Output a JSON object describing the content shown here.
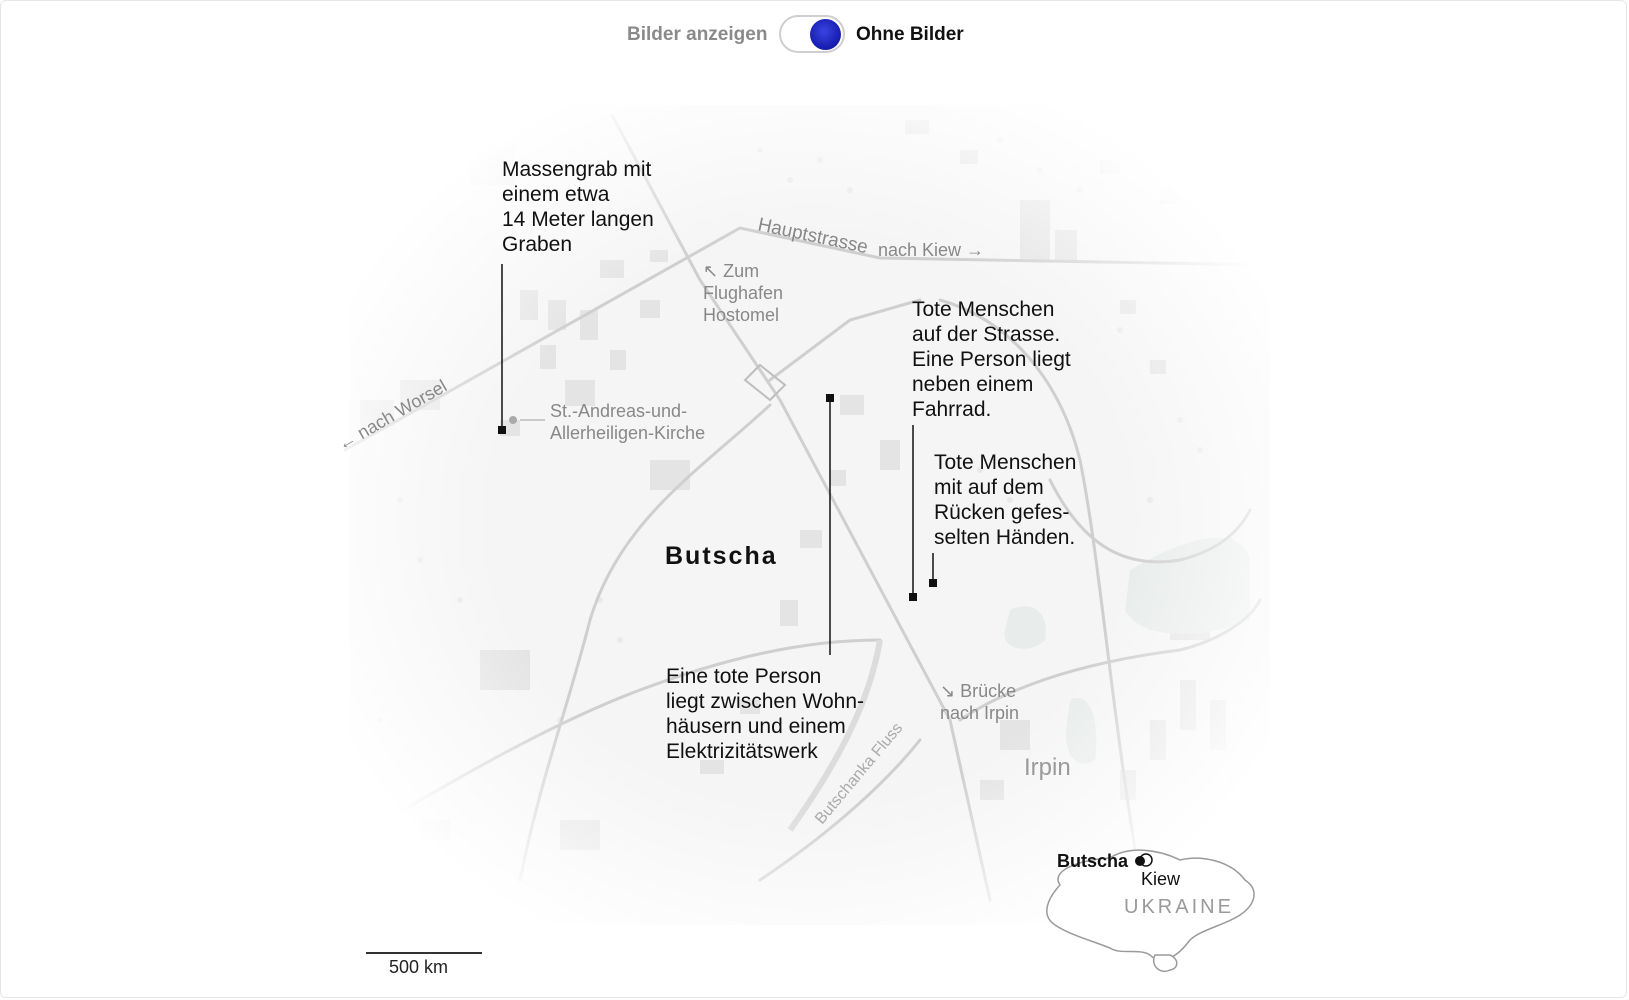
{
  "toggle": {
    "left_label": "Bilder anzeigen",
    "right_label": "Ohne Bilder",
    "state": "Ohne Bilder",
    "knob_color": "#1a20b5"
  },
  "map": {
    "city": "Butscha",
    "neighbor_city": "Irpin",
    "roads": {
      "main_road": "Hauptstrasse",
      "main_road_direction": "nach Kiew →",
      "west": "← nach Worsel",
      "airport": "↖ Zum\nFlughafen\nHostomel"
    },
    "river": "Butschanka Fluss",
    "church": "St.-Andreas-und-\nAllerheiligen-Kirche",
    "bridge": "↘ Brücke\nnach Irpin",
    "annotations": [
      {
        "text": "Massengrab mit\neinem etwa\n14 Meter langen\nGraben"
      },
      {
        "text": "Tote Menschen\nauf der Strasse.\nEine Person liegt\nneben einem\nFahrrad."
      },
      {
        "text": "Tote Menschen\nmit auf dem\nRücken gefes-\nselten Händen."
      },
      {
        "text": "Eine tote Person\nliegt zwischen Wohn-\nhäusern und einem\nElektrizitätswerk"
      }
    ],
    "scale": "500 km",
    "inset": {
      "city": "Butscha",
      "capital": "Kiew",
      "country": "UKRAINE"
    },
    "colors": {
      "marker": "#111111",
      "road": "#c8c8c8",
      "water": "#eef1f0"
    }
  }
}
